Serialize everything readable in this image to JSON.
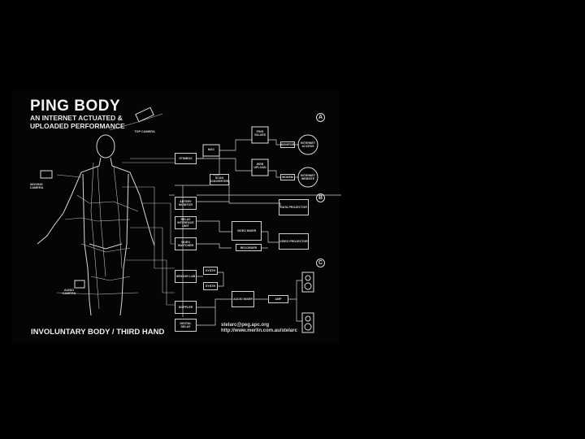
{
  "panel": {
    "title": "PING BODY",
    "subtitle_line1": "AN INTERNET ACTUATED &",
    "subtitle_line2": "UPLOADED PERFORMANCE",
    "footer": "INVOLUNTARY BODY / THIRD HAND",
    "contact_line1": "stelarc@peg.apc.org",
    "contact_line2": "http://www.merlin.com.au/stelarc"
  },
  "labels": {
    "top_camera": "TOP CAMERA",
    "moving_camera": "MOVING CAMERA",
    "audio_camera": "AUDIO CAMERA"
  },
  "markers": [
    "A",
    "B",
    "C"
  ],
  "boxes": {
    "ping_values": "PING VALUES",
    "monitor": "MONITOR",
    "internet_access": "INTERNET ACCESS",
    "stimbox": "STIMBOX",
    "mac": "MAC",
    "web_upload": "WEB UPLOAD",
    "modem": "MODEM",
    "internet_website": "INTERNET WEBSITE",
    "scan_converter": "SCAN CONVERTER",
    "data_projector": "DATA PROJECTOR",
    "artery_monitor": "ARTERY MONITOR",
    "relay_interface": "RELAY INTERFACE UNIT",
    "video_mixer": "VIDEO MIXER",
    "video_projector": "VIDEO PROJECTOR",
    "video_switcher": "VIDEO SWITCHER",
    "recorder": "RECORDER",
    "synth1": "SYNTH",
    "sensor_lab": "SENSOR LAB",
    "synth2": "SYNTH",
    "audio_mixer": "AUDIO MIXER",
    "amp": "AMP",
    "doppler": "DOPPLER",
    "digital_delay": "DIGITAL DELAY"
  }
}
